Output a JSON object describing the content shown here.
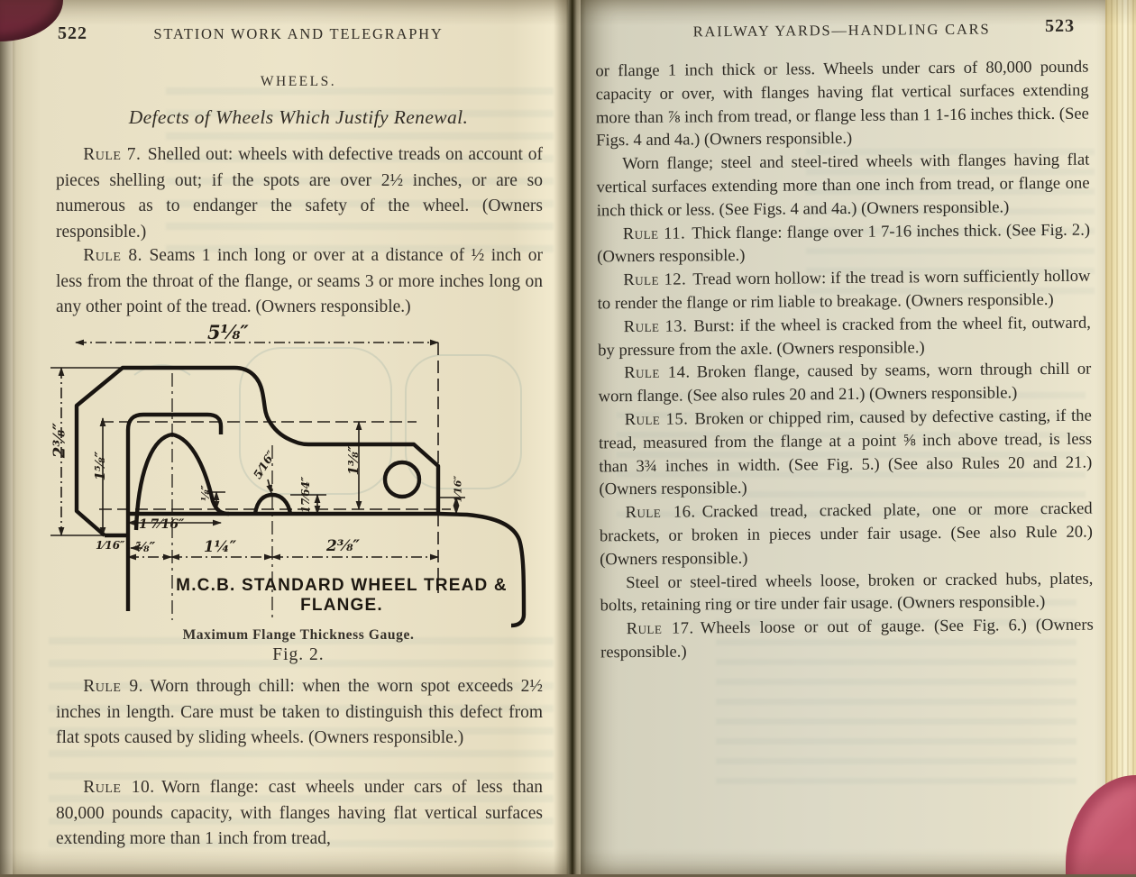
{
  "left_page": {
    "page_number": "522",
    "running_header": "STATION WORK AND TELEGRAPHY",
    "section_heading": "WHEELS.",
    "subheading": "Defects of Wheels Which Justify Renewal.",
    "paragraphs": [
      {
        "label": "Rule 7.",
        "body": "Shelled out: wheels with defective treads on account of pieces shelling out; if the spots are over 2½ inches, or are so numerous as to endanger the safety of the wheel.  (Owners responsible.)"
      },
      {
        "label": "Rule 8.",
        "body": "Seams 1 inch long or over at a distance of ½ inch or less from the throat of the flange, or seams 3 or more inches long on any other point of the tread. (Owners responsible.)"
      },
      {
        "label": "Rule 9.",
        "body": "Worn through chill: when the worn spot exceeds 2½ inches in length.  Care must be taken to distinguish this defect from flat spots caused by sliding wheels.  (Owners responsible.)"
      },
      {
        "label": "Rule 10.",
        "body": "Worn flange: cast wheels under cars of less than 80,000 pounds capacity, with flanges having flat vertical surfaces extending more than 1 inch from tread,"
      }
    ],
    "figure": {
      "caption": "M.C.B. STANDARD WHEEL TREAD & FLANGE.",
      "subcaption": "Maximum Flange Thickness Gauge.",
      "fig_label": "Fig. 2.",
      "dims": {
        "top_width": "5⅛″",
        "left_height": "2⅜″",
        "inner_left": "1⅝″",
        "inner_width": "1 7⁄16″",
        "throat": "⅛″",
        "dome": "5⁄16″",
        "step": "17⁄64″",
        "inner_right": "1⅜″",
        "right_small": "1⁄16″",
        "bottom_small": "1⁄16″",
        "bottom_a": "⅝″",
        "bottom_b": "1¼″",
        "bottom_c": "2⅜″"
      }
    }
  },
  "right_page": {
    "page_number": "523",
    "running_header": "RAILWAY YARDS—HANDLING CARS",
    "paragraphs": [
      {
        "label": "",
        "body": "or flange 1 inch thick or less.  Wheels under cars of 80,000 pounds capacity or over, with flanges having flat vertical surfaces extending more than ⅞ inch from tread, or flange less than 1 1-16 inches thick.  (See Figs. 4 and 4a.)  (Owners responsible.)"
      },
      {
        "label": "",
        "body": "Worn flange; steel and steel-tired wheels with flanges having flat vertical surfaces extending more than one inch from tread, or flange one inch thick or less.  (See Figs. 4 and 4a.)  (Owners responsible.)"
      },
      {
        "label": "Rule 11.",
        "body": "Thick flange: flange over 1 7-16 inches thick. (See Fig. 2.)  (Owners responsible.)"
      },
      {
        "label": "Rule 12.",
        "body": "Tread worn hollow: if the tread is worn sufficiently hollow to render the flange or rim liable to breakage.  (Owners responsible.)"
      },
      {
        "label": "Rule 13.",
        "body": "Burst: if the wheel is cracked from the wheel fit, outward, by pressure from the axle.  (Owners responsible.)"
      },
      {
        "label": "Rule 14.",
        "body": "Broken flange, caused by seams, worn through chill or worn flange.  (See also rules 20 and 21.) (Owners responsible.)"
      },
      {
        "label": "Rule 15.",
        "body": "Broken or chipped rim, caused by defective casting, if the tread, measured from the flange at a point ⅝ inch above tread, is less than 3¾ inches in width. (See Fig. 5.)  (See also Rules 20 and 21.)  (Owners responsible.)"
      },
      {
        "label": "Rule 16.",
        "body": "Cracked tread, cracked plate, one or more cracked brackets, or broken in pieces under fair usage. (See also Rule 20.)  (Owners responsible.)"
      },
      {
        "label": "",
        "body": "Steel or steel-tired wheels loose, broken or cracked hubs, plates, bolts, retaining ring or tire under fair usage. (Owners responsible.)"
      },
      {
        "label": "Rule 17.",
        "body": "Wheels loose or out of gauge.  (See Fig. 6.) (Owners responsible.)"
      }
    ]
  },
  "palette": {
    "cover_maroon": "#6d2838",
    "cover_pink": "#d76c81",
    "paper_left": "#ece4c9",
    "paper_right": "#dcd9c6"
  }
}
